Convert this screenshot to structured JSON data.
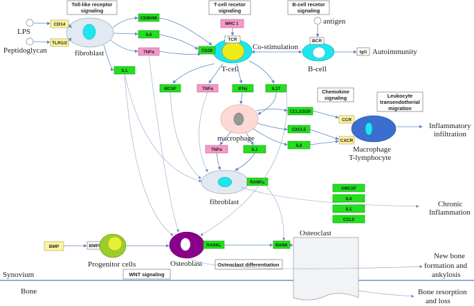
{
  "headers": {
    "toll_like": [
      "Toll-like receptor",
      "signaling"
    ],
    "tcell_rec": [
      "T-cell recetor",
      "signaling"
    ],
    "bcell_rec": [
      "B-cell recetor",
      "signaling"
    ],
    "chemokine": [
      "Chemokine",
      "signaling"
    ],
    "leukocyte": [
      "Leukocyte",
      "transendotherial",
      "migration"
    ],
    "osteoclast_diff": "Osteoclast differentiation",
    "wnt": "WNT signaling"
  },
  "inputs": {
    "lps": "LPS",
    "peptidoglycan": "Peptidoglycan",
    "antigen": "antigen"
  },
  "receptors": {
    "cd14": "CD14",
    "tlr": "TLR1/2",
    "tcr": "TCR",
    "bcr": "BCR",
    "ccr": "CCR",
    "cxcr": "CXCR",
    "bmpr": "BMPR",
    "mhc": "MHC 1",
    "cd28": "CD28"
  },
  "genes": {
    "cd80": "CD80/86",
    "il6_top": "IL6",
    "tnf_top": "TNFα",
    "il1_top": "IL1",
    "mcsf": "MCSF",
    "tnf_mid": "TNFα",
    "ifng": "IFNγ",
    "il17": "IL17",
    "ccl": "CCL2/3/20",
    "cxcl5": "CXCL5",
    "il8": "IL8",
    "tnf_mac": "TNFα",
    "il1_mac": "IL1",
    "rankl_fib": "RANKL",
    "rankl_ost": "RANKL",
    "rank": "RANK",
    "gmcsf": "GMCSF",
    "il6_out": "IL6",
    "il1_out": "IL1",
    "ccl5": "CCL5",
    "igg": "IgG",
    "bmp": "BMP"
  },
  "cells": {
    "fibroblast_top": "fibroblast",
    "tcell": "T-cell",
    "bcell": "B-cell",
    "macrophage": "macrophage",
    "mac_tlymph": [
      "Macrophage",
      "T-lymphocyte"
    ],
    "fibroblast_mid": "fibroblast",
    "progenitor": "Progenitor cells",
    "osteoblast": "Osteoblast",
    "osteoclast": "Osteoclast"
  },
  "outcomes": {
    "costim": "Co-stimulation",
    "autoimmunity": "Autoimmunity",
    "inflam_infil": [
      "Inflammatory",
      "infiltration"
    ],
    "chronic": [
      "Chronic",
      "Inflammation"
    ],
    "new_bone": [
      "New bone",
      "formation and",
      "ankylosis"
    ],
    "bone_resorp": [
      "Bone resorption",
      "and loss"
    ]
  },
  "compartments": {
    "synovium": "Synovium",
    "bone": "Bone"
  },
  "colors": {
    "gene_green": "#22e01d",
    "gene_pink": "#f49ac9",
    "receptor_yellow": "#fef3a0",
    "arrow_blue": "#5b86c2",
    "boundary": "#4f7bbd"
  }
}
